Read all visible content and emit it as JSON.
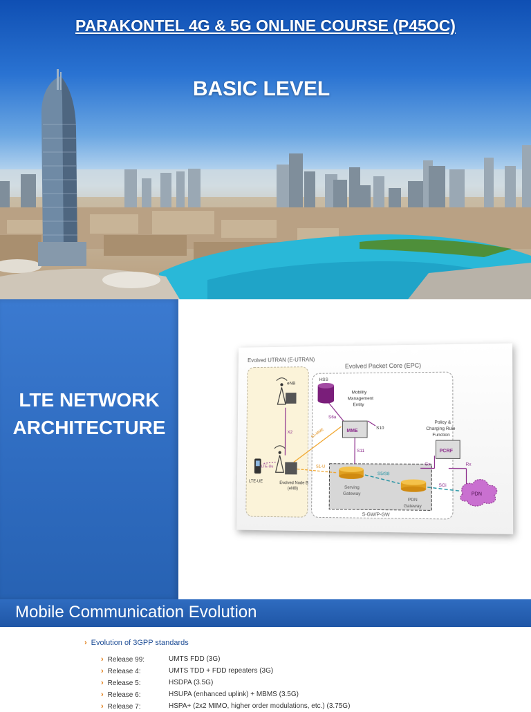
{
  "hero": {
    "title": "PARAKONTEL 4G & 5G ONLINE COURSE (P45OC)",
    "subtitle": "BASIC LEVEL"
  },
  "lte": {
    "title_line1": "LTE NETWORK",
    "title_line2": "ARCHITECTURE"
  },
  "diagram": {
    "eutran_label": "Evolved UTRAN (E-UTRAN)",
    "epc_label": "Evolved Packet Core (EPC)",
    "hss": "HSS",
    "mme_desc_1": "Mobility",
    "mme_desc_2": "Management",
    "mme_desc_3": "Entity",
    "mme": "MME",
    "pcrf_desc_1": "Policy &",
    "pcrf_desc_2": "Charging Rule",
    "pcrf_desc_3": "Function",
    "pcrf": "PCRF",
    "enb_top": "eNB",
    "enb_desc_1": "Evolved Node B",
    "enb_desc_2": "(eNB)",
    "ue": "LTE-UE",
    "lte_uu": "LTE-Uu",
    "x2": "X2",
    "s1_mme": "S1-MME",
    "s1_u": "S1-U",
    "s6a": "S6a",
    "s10": "S10",
    "s11": "S11",
    "s5s8": "S5/S8",
    "sgi": "SGi",
    "gx": "Gx",
    "rx": "Rx",
    "sgw_1": "Serving",
    "sgw_2": "Gateway",
    "pgw_1": "PDN",
    "pgw_2": "Gateway",
    "pdn": "PDN",
    "gw_group": "S-GW/P-GW"
  },
  "evolution": {
    "title": "Mobile Communication Evolution",
    "heading": "Evolution of 3GPP standards",
    "releases": [
      {
        "name": "Release 99:",
        "desc": "UMTS FDD (3G)"
      },
      {
        "name": "Release 4:",
        "desc": "UMTS TDD + FDD repeaters (3G)"
      },
      {
        "name": "Release 5:",
        "desc": "HSDPA (3.5G)"
      },
      {
        "name": "Release 6:",
        "desc": "HSUPA (enhanced uplink) + MBMS (3.5G)"
      },
      {
        "name": "Release 7:",
        "desc": "HSPA+ (2x2 MIMO, higher order modulations, etc.) (3.75G)"
      }
    ]
  },
  "colors": {
    "accent_blue": "#2f6cc0",
    "chevron_orange": "#e07a10",
    "diagram_purple": "#8a2a8a"
  }
}
